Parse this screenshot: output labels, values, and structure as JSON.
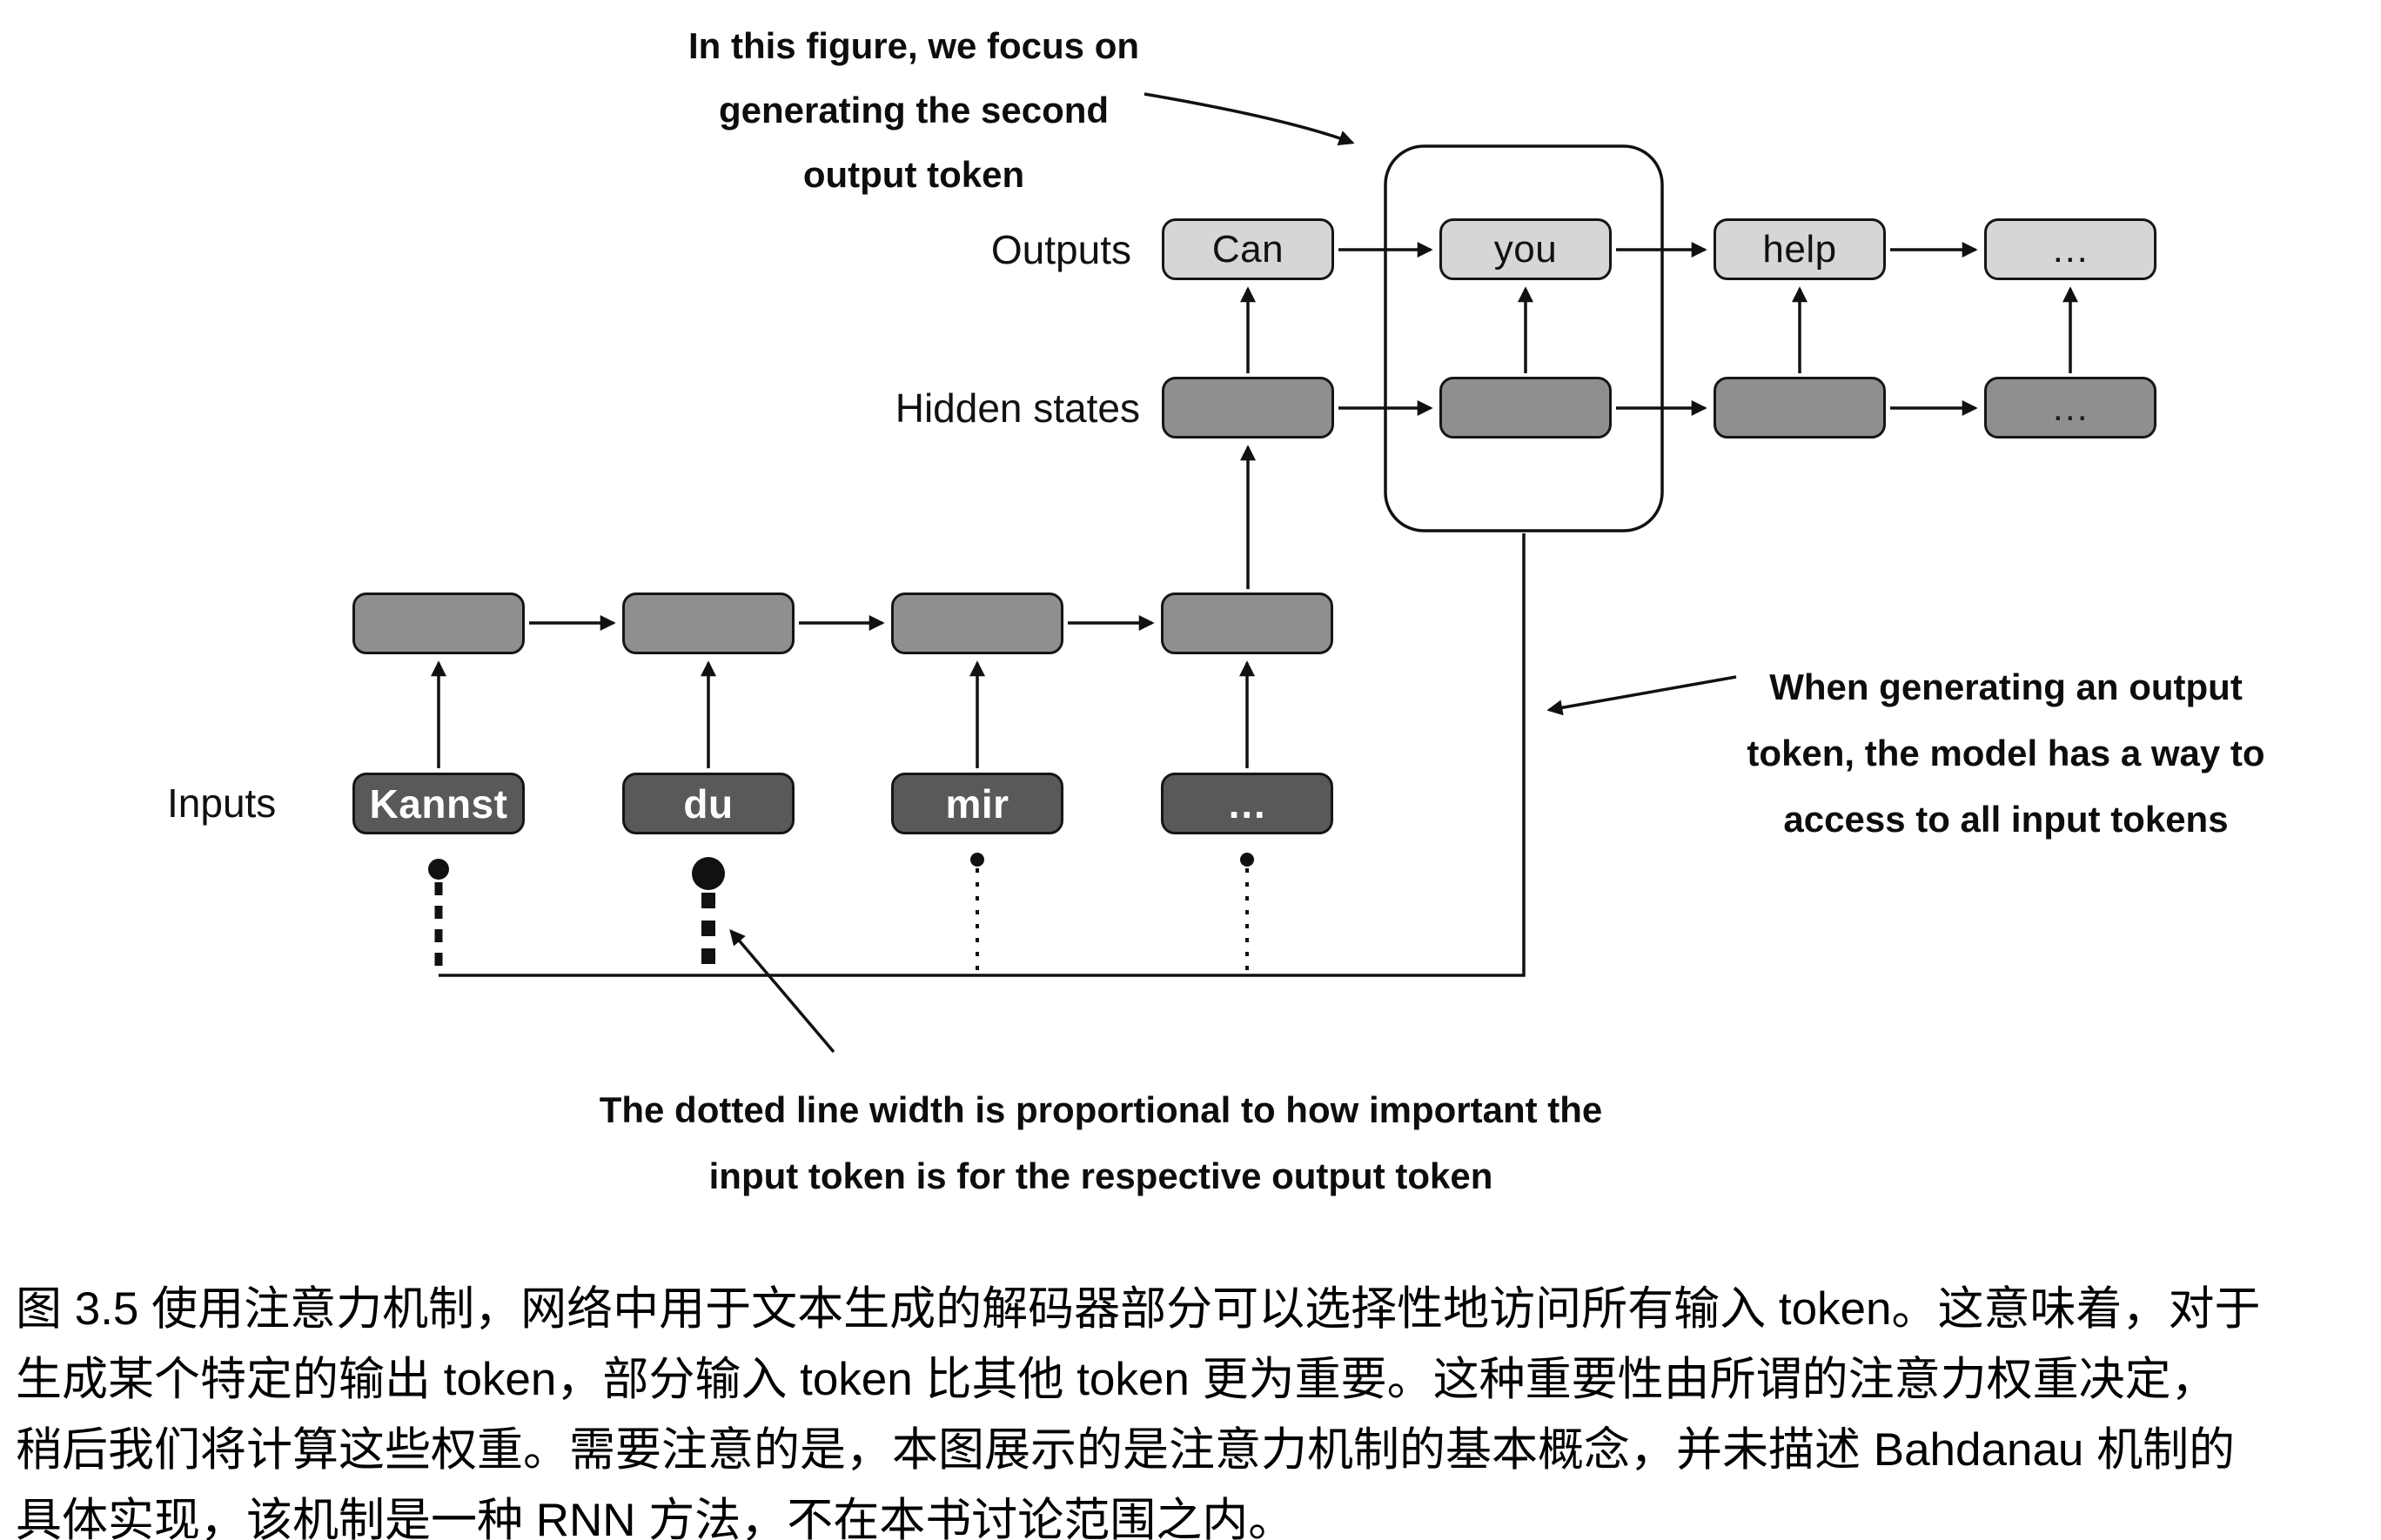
{
  "figure": {
    "annotations": {
      "top": [
        "In this figure, we focus on",
        "generating the second",
        "output token"
      ],
      "right": [
        "When generating an output",
        "token, the model has a way to",
        "access to all input tokens"
      ],
      "bottom": [
        "The dotted line width is proportional to how important the",
        "input token is for the respective output token"
      ]
    },
    "row_labels": {
      "outputs": "Outputs",
      "hidden": "Hidden states",
      "inputs": "Inputs"
    },
    "outputs": [
      "Can",
      "you",
      "help",
      "…"
    ],
    "hidden_states": [
      "",
      "",
      "",
      "…"
    ],
    "inputs": [
      "Kannst",
      "du",
      "mir",
      "…"
    ],
    "colors": {
      "output_box_fill": "#d6d6d6",
      "hidden_box_fill": "#8f8f8f",
      "input_box_fill": "#595959",
      "stroke": "#111111"
    }
  },
  "caption": {
    "lines": [
      "图 3.5 使用注意力机制，网络中用于文本生成的解码器部分可以选择性地访问所有输入 token。这意味着，对于",
      "生成某个特定的输出 token，部分输入 token 比其他 token 更为重要。这种重要性由所谓的注意力权重决定，",
      "稍后我们将计算这些权重。需要注意的是，本图展示的是注意力机制的基本概念，并未描述 Bahdanau 机制的",
      "具体实现，该机制是一种 RNN 方法，不在本书讨论范围之内。"
    ]
  }
}
